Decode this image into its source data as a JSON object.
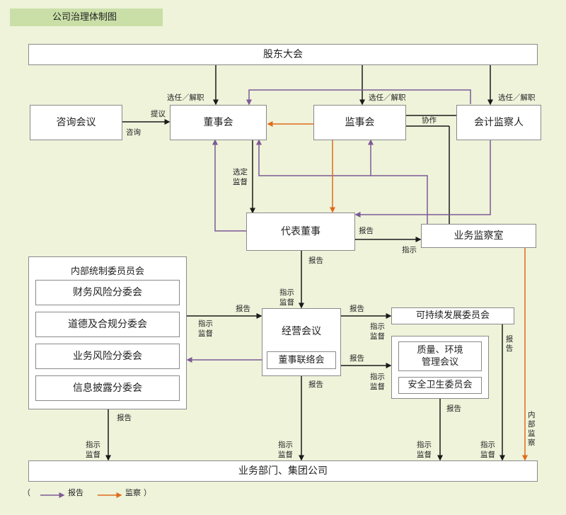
{
  "title": "公司治理体制图",
  "boxes": {
    "shareholders": "股东大会",
    "consulting": "咨询会议",
    "board": "董事会",
    "supervisors": "监事会",
    "auditor": "会计监察人",
    "rep_director": "代表董事",
    "audit_office": "业务监察室",
    "management_meeting": "经营会议",
    "director_liaison": "董事联络会",
    "sustainability": "可持续发展委员会",
    "quality_env": "质量、环境\n管理会议",
    "safety_health": "安全卫生委员会",
    "departments": "业务部门、集团公司"
  },
  "internal_control": {
    "title": "内部统制委员员会",
    "items": [
      "财务风险分委会",
      "道德及合规分委会",
      "业务风险分委会",
      "信息披露分委会"
    ]
  },
  "labels": {
    "elect_dismiss": "选任／解职",
    "propose": "提议",
    "consult": "咨询",
    "cooperate": "协作",
    "elect_supervise_1": "选定",
    "elect_supervise_2": "监督",
    "report": "报告",
    "instruct": "指示",
    "supervise": "监督",
    "internal_audit_1": "内",
    "internal_audit_2": "部",
    "internal_audit_3": "监",
    "internal_audit_4": "察"
  },
  "legend": {
    "open": "（",
    "report": "报告",
    "inspect": "监察",
    "close": "）"
  },
  "colors": {
    "background": "#eef3da",
    "title_tab": "#c9dfa7",
    "black_line": "#1a1a1a",
    "report_line": "#7d5a96",
    "inspect_line": "#e06b1d"
  }
}
